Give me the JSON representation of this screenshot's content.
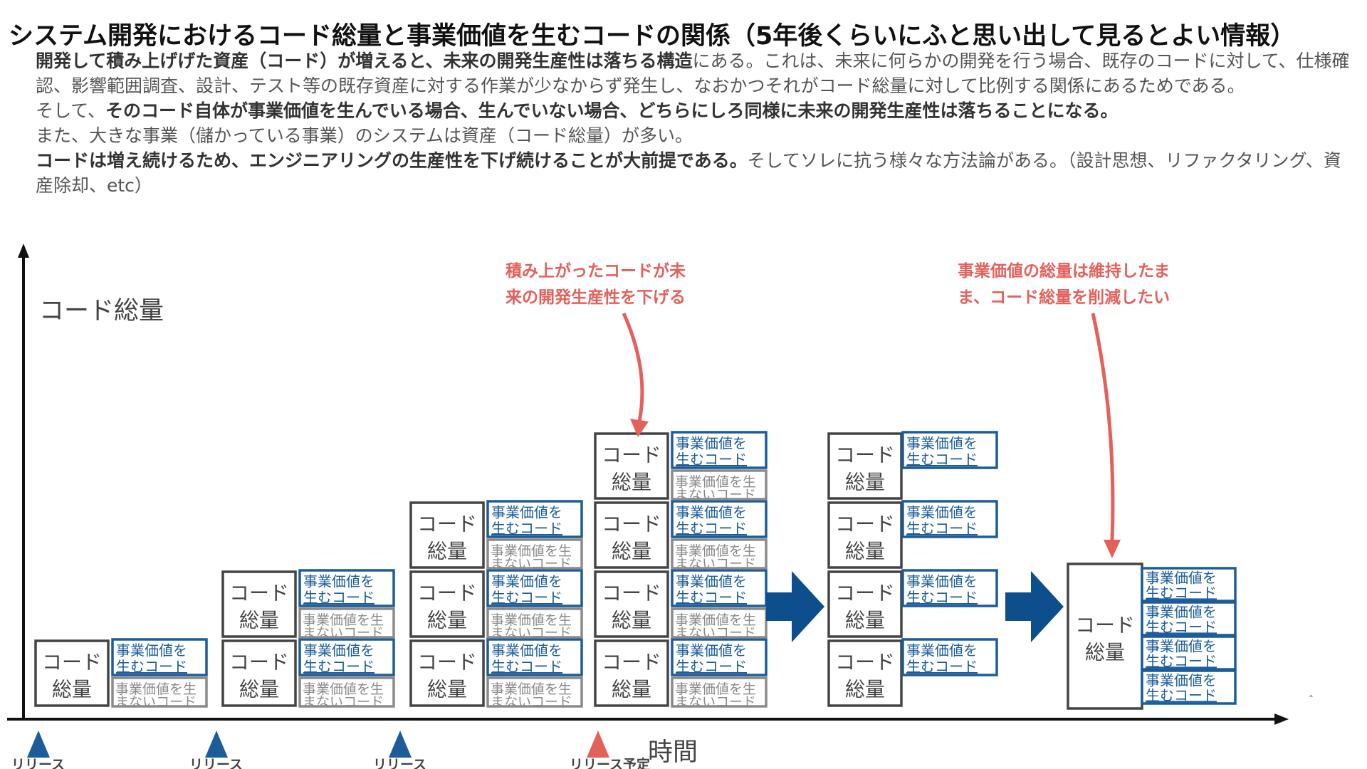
{
  "title": "システム開発におけるコード総量と事業価値を生むコードの関係（5年後くらいにふと思い出して見るとよい情報）",
  "description": {
    "p1_bold": "開発して積み上げげた資産（コード）が増えると、未来の開発生産性は落ちる構造",
    "p1_rest": "にある。これは、未来に何らかの開発を行う場合、既存のコードに対して、仕様確認、影響範囲調査、設計、テスト等の既存資産に対する作業が少なからず発生し、なおかつそれがコード総量に対して比例する関係にあるためである。",
    "p2_pre": "そして、",
    "p2_bold": "そのコード自体が事業価値を生んでいる場合、生んでいない場合、どちらにしろ同様に未来の開発生産性は落ちることになる。",
    "p3": "また、大きな事業（儲かっている事業）のシステムは資産（コード総量）が多い。",
    "p4_bold": "コードは増え続けるため、エンジニアリングの生産性を下げ続けることが大前提である。",
    "p4_rest": "そしてソレに抗う様々な方法論がある。（設計思想、リファクタリング、資産除却、etc）"
  },
  "diagram": {
    "y_axis_label": "コード総量",
    "x_axis_label": "時間",
    "box_code_line1": "コード",
    "box_code_line2": "総量",
    "box_value_line1": "事業価値を",
    "box_value_line2": "生むコード",
    "box_nonvalue_line1": "事業価値を生",
    "box_nonvalue_line2": "まないコード",
    "annotation1_line1": "積み上がったコードが未",
    "annotation1_line2": "来の開発生産性を下げる",
    "annotation2_line1": "事業価値の総量は維持したま",
    "annotation2_line2": "ま、コード総量を削減したい",
    "release_labels": [
      "リリース",
      "リリース",
      "リリース",
      "リリース予定"
    ],
    "stack_heights": [
      1,
      2,
      3,
      4
    ],
    "reduced_value_blocks": 4,
    "colors": {
      "blue": "#1b5c99",
      "gray": "#8a8a8a",
      "red": "#e4605b",
      "dark": "#444444",
      "arrow_blue": "#0d4e8c"
    }
  }
}
